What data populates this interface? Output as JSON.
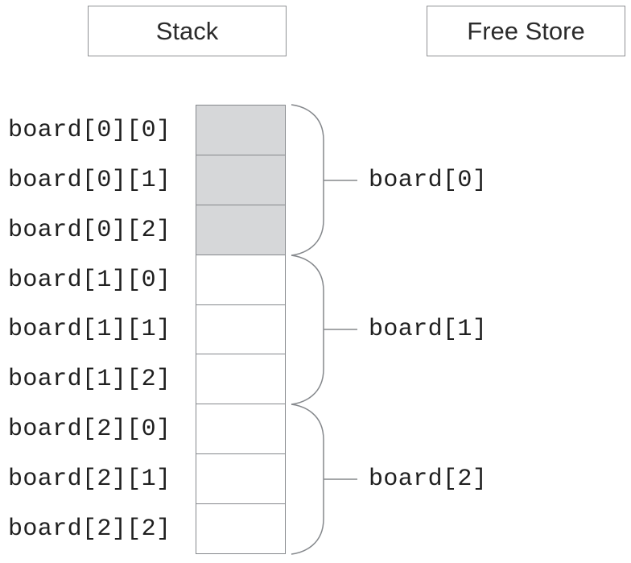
{
  "title_boxes": {
    "stack": "Stack",
    "free_store": "Free Store"
  },
  "memory_cells": [
    {
      "label": "board[0][0]",
      "shaded": true
    },
    {
      "label": "board[0][1]",
      "shaded": true
    },
    {
      "label": "board[0][2]",
      "shaded": true
    },
    {
      "label": "board[1][0]",
      "shaded": false
    },
    {
      "label": "board[1][1]",
      "shaded": false
    },
    {
      "label": "board[1][2]",
      "shaded": false
    },
    {
      "label": "board[2][0]",
      "shaded": false
    },
    {
      "label": "board[2][1]",
      "shaded": false
    },
    {
      "label": "board[2][2]",
      "shaded": false
    }
  ],
  "row_groups": [
    {
      "label": "board[0]"
    },
    {
      "label": "board[1]"
    },
    {
      "label": "board[2]"
    }
  ],
  "colors": {
    "shaded_cell": "#d6d7d9",
    "line": "#85888c",
    "mono_text": "#1f1f1f",
    "sans_text": "#2b2b2b"
  }
}
